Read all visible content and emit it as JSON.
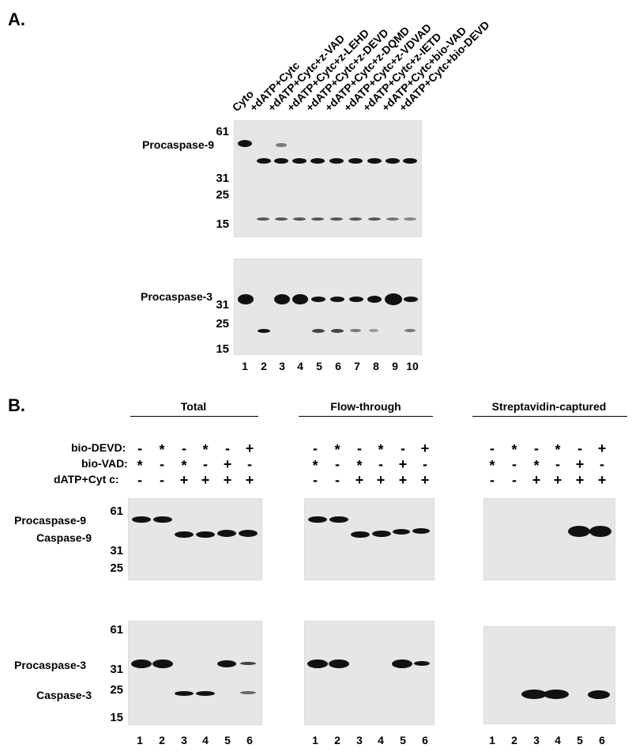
{
  "panelA": {
    "label": "A.",
    "lane_headers": [
      "Cyto",
      "+dATP+Cytc",
      "+dATP+Cytc+z-VAD",
      "+dATP+Cytc+z-LEHD",
      "+dATP+Cytc+z-DEVD",
      "+dATP+Cytc+z-DQMD",
      "+dATP+Cytc+z-VDVAD",
      "+dATP+Cytc+z-IETD",
      "+dATP+Cytc+bio-VAD",
      "+dATP+Cytc+bio-DEVD"
    ],
    "gel1_mw": [
      "61",
      "31",
      "25",
      "15"
    ],
    "gel1_band_label": "Procaspase-9",
    "gel2_mw": [
      "31",
      "25",
      "15"
    ],
    "gel2_band_label": "Procaspase-3",
    "lanes": [
      "1",
      "2",
      "3",
      "4",
      "5",
      "6",
      "7",
      "8",
      "9",
      "10"
    ]
  },
  "panelB": {
    "label": "B.",
    "groups": [
      {
        "title": "Total"
      },
      {
        "title": "Flow-through"
      },
      {
        "title": "Streptavidin-captured"
      }
    ],
    "conditions": [
      {
        "label": "bio-DEVD:",
        "values": [
          "-",
          "*",
          "-",
          "*",
          "-",
          "+"
        ]
      },
      {
        "label": "bio-VAD:",
        "values": [
          "*",
          "-",
          "*",
          "-",
          "+",
          "-"
        ]
      },
      {
        "label": "dATP+Cyt c:",
        "values": [
          "-",
          "-",
          "+",
          "+",
          "+",
          "+"
        ]
      }
    ],
    "gel1_labels": [
      "Procaspase-9",
      "Caspase-9"
    ],
    "gel1_mw": [
      "61",
      "31",
      "25"
    ],
    "gel2_labels": [
      "Procaspase-3",
      "Caspase-3"
    ],
    "gel2_mw": [
      "61",
      "31",
      "25",
      "15"
    ],
    "lanes": [
      "1",
      "2",
      "3",
      "4",
      "5",
      "6"
    ]
  }
}
